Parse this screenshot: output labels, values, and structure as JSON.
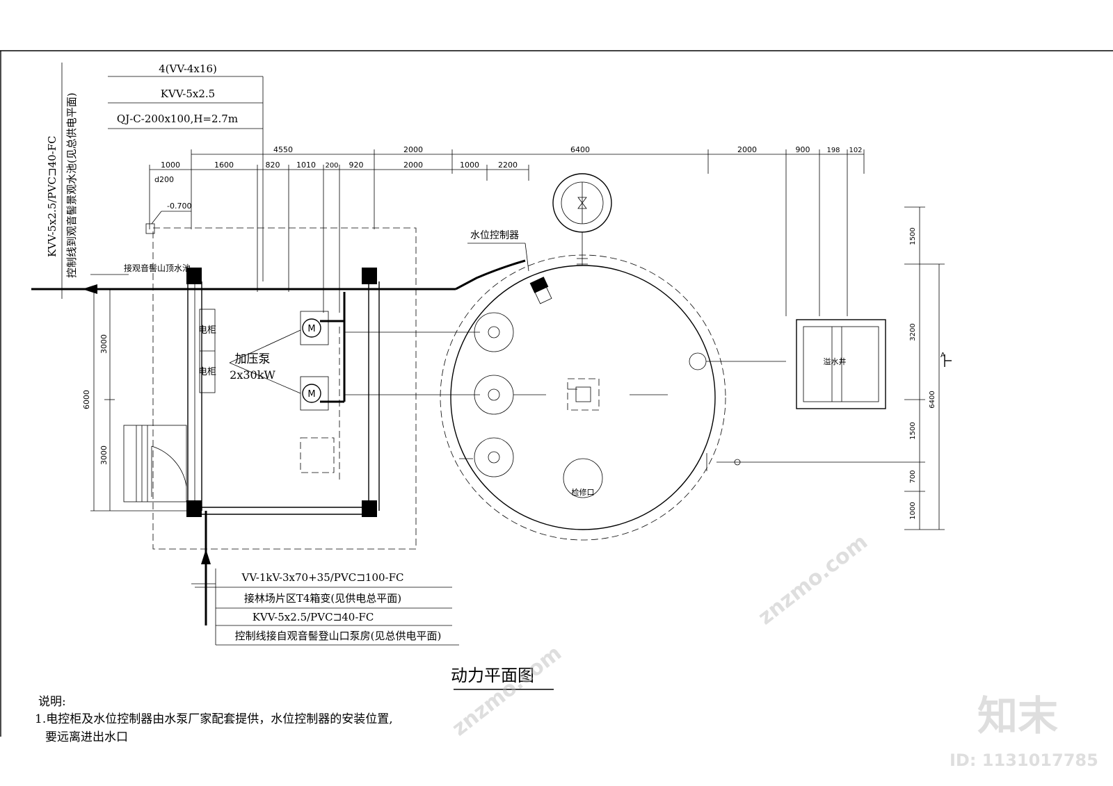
{
  "cable_top": {
    "line1": "4(VV-4x16)",
    "line2": "KVV-5x2.5",
    "line3": "QJ-C-200x100,H=2.7m"
  },
  "vertical_labels": {
    "cable": "KVV-5x2.5/PVC⊐40-FC",
    "desc": "控制线到观音髻景观水池(见总供电平面)"
  },
  "dims_top_row1": [
    "4550",
    "2000",
    "6400",
    "2000",
    "900",
    "198",
    "102"
  ],
  "dims_top_row2": [
    "1000",
    "1600",
    "820",
    "1010",
    "200",
    "920",
    "2000",
    "1000",
    "2200"
  ],
  "dims_left": [
    "3000",
    "6000",
    "3000"
  ],
  "dims_right_inner": [
    "1500",
    "3200",
    "1500",
    "700",
    "1000"
  ],
  "dims_right_outer": "6400",
  "labels": {
    "d200": "d200",
    "elev": "-0.700",
    "pool_inlet": "接观音髻山顶水池",
    "cabinet1": "电柜",
    "cabinet2": "电柜",
    "pump_name": "加压泵",
    "pump_power": "2x30kW",
    "level_controller": "水位控制器",
    "overflow_well": "溢水井",
    "manhole": "检修口",
    "section_mark": "A",
    "motor": "M"
  },
  "cable_bottom": {
    "line1": "VV-1kV-3x70+35/PVC⊐100-FC",
    "line2": "接林场片区T4箱变(见供电总平面)",
    "line3": "KVV-5x2.5/PVC⊐40-FC",
    "line4": "控制线接自观音髻登山口泵房(见总供电平面)"
  },
  "title": "动力平面图",
  "notes": {
    "heading": "说明:",
    "item1": "1.电控柜及水位控制器由水泵厂家配套提供，水位控制器的安装位置,",
    "item1_cont": "要远离进出水口"
  },
  "watermark": {
    "brand": "知末",
    "id": "ID: 1131017785",
    "site": "znzmo.com"
  }
}
